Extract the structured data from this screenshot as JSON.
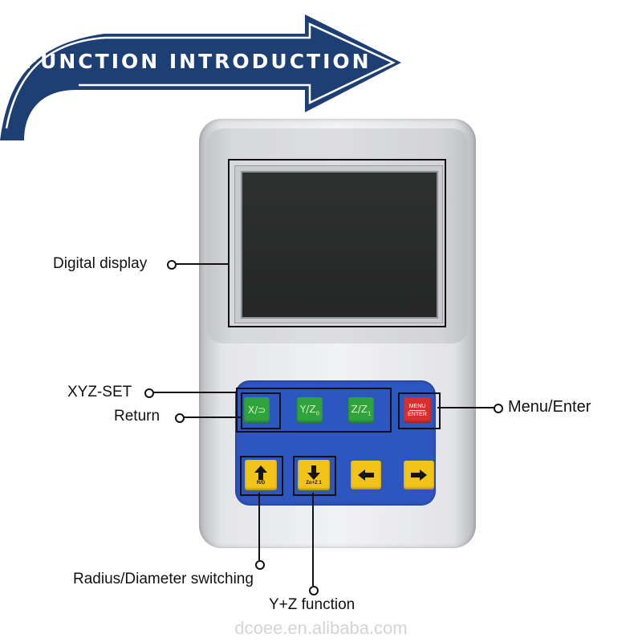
{
  "banner": {
    "title": "FUNCTION INTRODUCTION",
    "color": "#1e3f73"
  },
  "device": {
    "keys": {
      "x_key": {
        "top": "X",
        "bottom": "⊃"
      },
      "y_key": {
        "top": "Y",
        "bottom": "Z",
        "sub": "0"
      },
      "z_key": {
        "top": "Z",
        "bottom": "Z",
        "sub": "1"
      },
      "menu_key": {
        "top": "MENU",
        "bottom": "ENTER"
      },
      "up_key": {
        "icon": "arrow-up-icon",
        "label": "R/D"
      },
      "down_key": {
        "icon": "arrow-down-icon",
        "label": "Zo+Z 1"
      },
      "left_key": {
        "icon": "arrow-left-icon"
      },
      "right_key": {
        "icon": "arrow-right-icon"
      }
    },
    "colors": {
      "keypad": "#2e56c0",
      "green_key": "#2fa43c",
      "red_key": "#d9302e",
      "yellow_key": "#f2c319"
    }
  },
  "callouts": {
    "digital_display": "Digital display",
    "xyz_set": "XYZ-SET",
    "return": "Return",
    "menu_enter": "Menu/Enter",
    "radius_diameter": "Radius/Diameter switching",
    "yz_function": "Y+Z function"
  },
  "watermark": "dcoee.en.alibaba.com"
}
